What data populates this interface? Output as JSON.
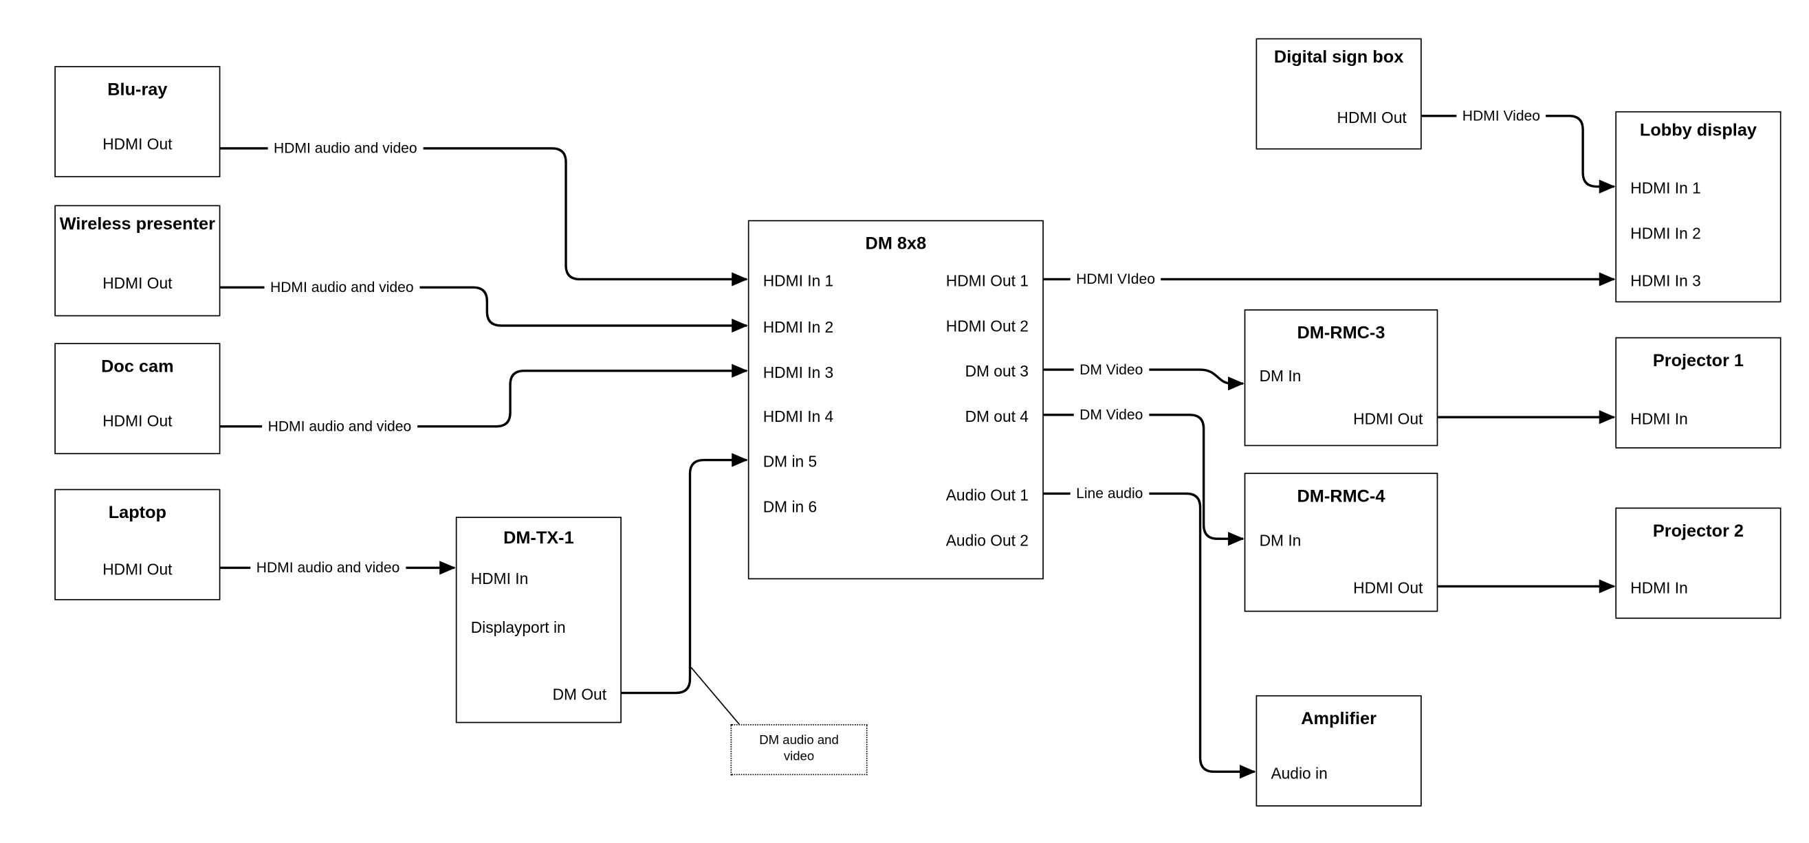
{
  "boxes": {
    "bluray": {
      "title": "Blu-ray",
      "ports": {
        "out": "HDMI Out"
      }
    },
    "wireless_presenter": {
      "title": "Wireless presenter",
      "ports": {
        "out": "HDMI Out"
      }
    },
    "doc_cam": {
      "title": "Doc cam",
      "ports": {
        "out": "HDMI Out"
      }
    },
    "laptop": {
      "title": "Laptop",
      "ports": {
        "out": "HDMI Out"
      }
    },
    "dm_tx_1": {
      "title": "DM-TX-1",
      "ports": {
        "hdmi_in": "HDMI In",
        "dp_in": "Displayport in",
        "dm_out": "DM Out"
      }
    },
    "dm_8x8": {
      "title": "DM 8x8",
      "inputs": [
        "HDMI In 1",
        "HDMI In 2",
        "HDMI In 3",
        "HDMI In 4",
        "DM in 5",
        "DM in 6"
      ],
      "outputs": [
        "HDMI Out 1",
        "HDMI Out 2",
        "DM out 3",
        "DM out 4",
        "Audio Out 1",
        "Audio Out 2"
      ]
    },
    "digital_sign": {
      "title": "Digital sign box",
      "ports": {
        "out": "HDMI Out"
      }
    },
    "lobby_display": {
      "title": "Lobby display",
      "inputs": [
        "HDMI In 1",
        "HDMI In 2",
        "HDMI In 3"
      ]
    },
    "dm_rmc_3": {
      "title": "DM-RMC-3",
      "ports": {
        "dm_in": "DM In",
        "hdmi_out": "HDMI Out"
      }
    },
    "projector_1": {
      "title": "Projector 1",
      "ports": {
        "in": "HDMI In"
      }
    },
    "dm_rmc_4": {
      "title": "DM-RMC-4",
      "ports": {
        "dm_in": "DM In",
        "hdmi_out": "HDMI Out"
      }
    },
    "projector_2": {
      "title": "Projector 2",
      "ports": {
        "in": "HDMI In"
      }
    },
    "amplifier": {
      "title": "Amplifier",
      "ports": {
        "in": "Audio in"
      }
    }
  },
  "wire_labels": {
    "bluray_to_dm": "HDMI audio and video",
    "wireless_to_dm": "HDMI audio and video",
    "doccam_to_dm": "HDMI audio and video",
    "laptop_to_tx": "HDMI audio and video",
    "out1_to_lobby": "HDMI VIdeo",
    "sign_to_lobby": "HDMI Video",
    "out3_to_rmc3": "DM Video",
    "out4_to_rmc4": "DM Video",
    "audio1_to_amp": "Line audio"
  },
  "note": "DM audio and video",
  "colors": {
    "line": "#000000",
    "box_border": "#000000",
    "background": "#ffffff"
  }
}
